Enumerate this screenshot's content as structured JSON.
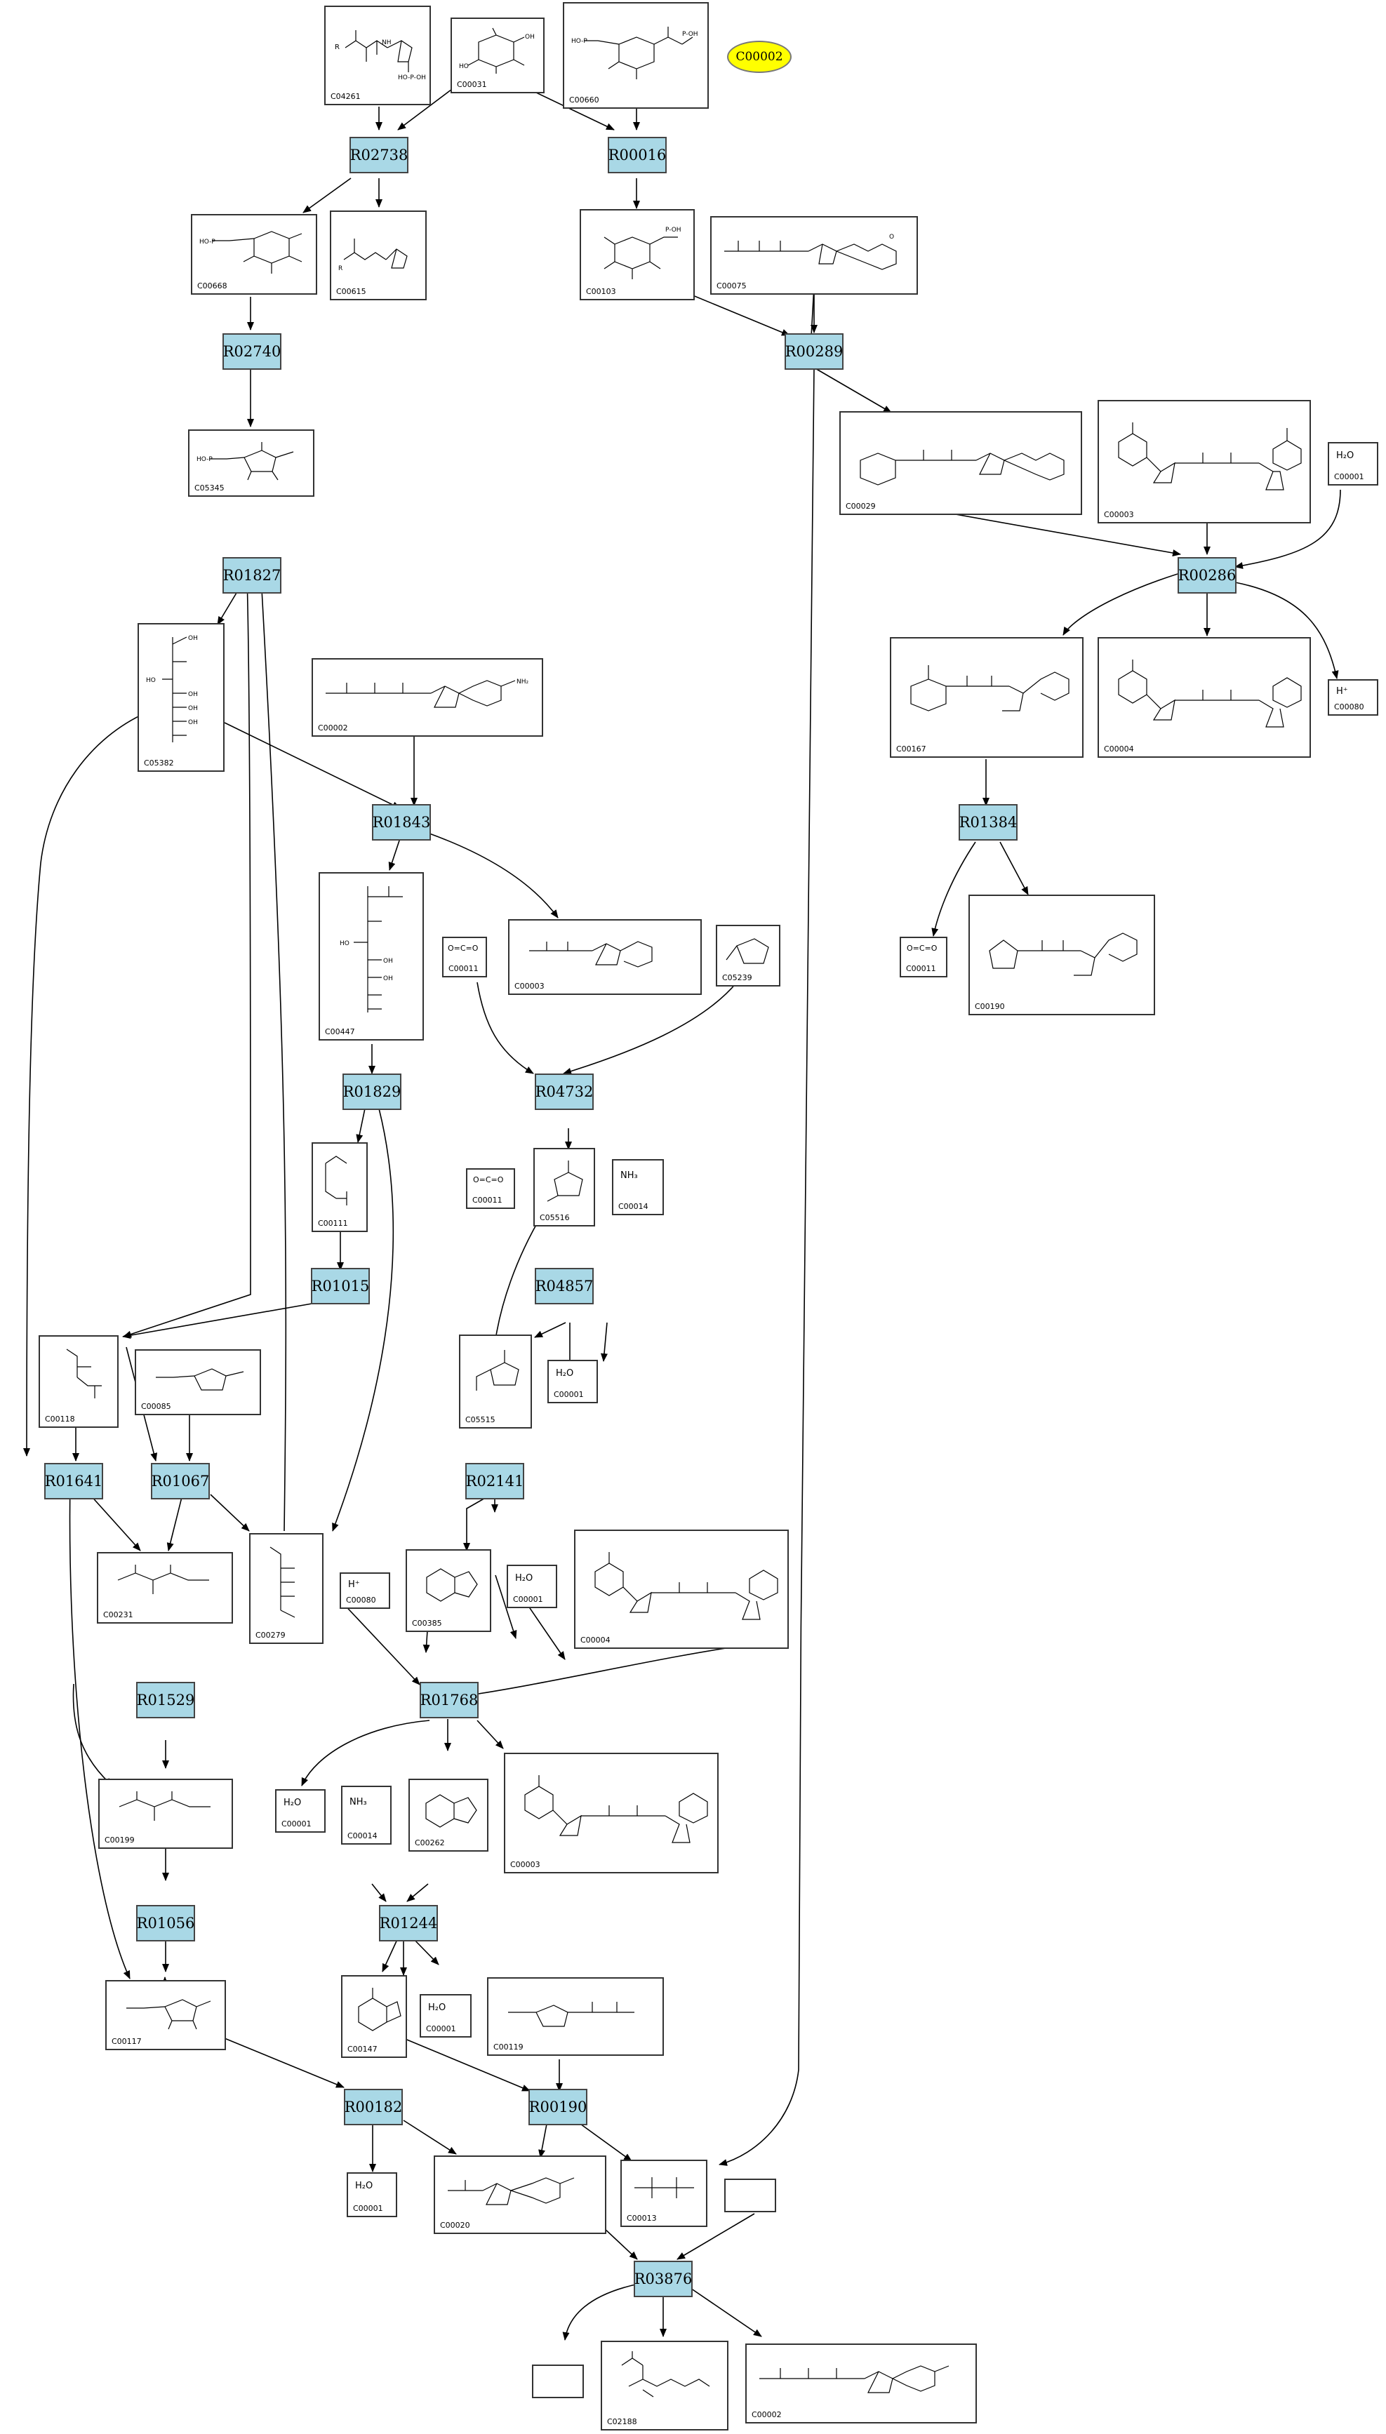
{
  "legend_tag": "C00002",
  "reactions": [
    {
      "key": "R02738",
      "label": "R02738"
    },
    {
      "key": "R00016",
      "label": "R00016"
    },
    {
      "key": "R02740",
      "label": "R02740"
    },
    {
      "key": "R00289",
      "label": "R00289"
    },
    {
      "key": "R01827",
      "label": "R01827"
    },
    {
      "key": "R00286",
      "label": "R00286"
    },
    {
      "key": "R01843",
      "label": "R01843"
    },
    {
      "key": "R01384",
      "label": "R01384"
    },
    {
      "key": "R01829",
      "label": "R01829"
    },
    {
      "key": "R04732",
      "label": "R04732"
    },
    {
      "key": "R01015",
      "label": "R01015"
    },
    {
      "key": "R04857",
      "label": "R04857"
    },
    {
      "key": "R01641",
      "label": "R01641"
    },
    {
      "key": "R01067",
      "label": "R01067"
    },
    {
      "key": "R02141",
      "label": "R02141"
    },
    {
      "key": "R01529",
      "label": "R01529"
    },
    {
      "key": "R01768",
      "label": "R01768"
    },
    {
      "key": "R01056",
      "label": "R01056"
    },
    {
      "key": "R01244",
      "label": "R01244"
    },
    {
      "key": "R00182",
      "label": "R00182"
    },
    {
      "key": "R00190",
      "label": "R00190"
    },
    {
      "key": "R03876",
      "label": "R03876"
    }
  ],
  "compounds": [
    {
      "key": "c04261",
      "id": "C04261"
    },
    {
      "key": "c00031",
      "id": "C00031"
    },
    {
      "key": "c00660",
      "id": "C00660"
    },
    {
      "key": "c00668",
      "id": "C00668"
    },
    {
      "key": "c00615",
      "id": "C00615"
    },
    {
      "key": "c00103",
      "id": "C00103"
    },
    {
      "key": "c00075",
      "id": "C00075"
    },
    {
      "key": "c05345",
      "id": "C05345"
    },
    {
      "key": "c00029",
      "id": "C00029"
    },
    {
      "key": "c00003a",
      "id": "C00003"
    },
    {
      "key": "c00001a",
      "id": "C00001",
      "text": "H₂O"
    },
    {
      "key": "c05382",
      "id": "C05382"
    },
    {
      "key": "c00002a",
      "id": "C00002"
    },
    {
      "key": "c00167",
      "id": "C00167"
    },
    {
      "key": "c00004a",
      "id": "C00004"
    },
    {
      "key": "c00080a",
      "id": "C00080",
      "text": "H⁺"
    },
    {
      "key": "c00447",
      "id": "C00447"
    },
    {
      "key": "c00011a",
      "id": "C00011",
      "text": "O=C=O"
    },
    {
      "key": "c00003b",
      "id": "C00003"
    },
    {
      "key": "c05239",
      "id": "C05239"
    },
    {
      "key": "c00011b",
      "id": "C00011",
      "text": "O=C=O"
    },
    {
      "key": "c00190",
      "id": "C00190"
    },
    {
      "key": "c00111",
      "id": "C00111"
    },
    {
      "key": "c00011c",
      "id": "C00011",
      "text": "O=C=O"
    },
    {
      "key": "c05516",
      "id": "C05516"
    },
    {
      "key": "c00014a",
      "id": "C00014",
      "text": "NH₃"
    },
    {
      "key": "c00118",
      "id": "C00118"
    },
    {
      "key": "c00085",
      "id": "C00085"
    },
    {
      "key": "c05515",
      "id": "C05515"
    },
    {
      "key": "c00001b",
      "id": "C00001",
      "text": "H₂O"
    },
    {
      "key": "c00231",
      "id": "C00231"
    },
    {
      "key": "c00279",
      "id": "C00279"
    },
    {
      "key": "c00080b",
      "id": "C00080",
      "text": "H⁺"
    },
    {
      "key": "c00385",
      "id": "C00385"
    },
    {
      "key": "c00001c",
      "id": "C00001",
      "text": "H₂O"
    },
    {
      "key": "c00004b",
      "id": "C00004"
    },
    {
      "key": "c00199",
      "id": "C00199"
    },
    {
      "key": "c00001d",
      "id": "C00001",
      "text": "H₂O"
    },
    {
      "key": "c00014b",
      "id": "C00014",
      "text": "NH₃"
    },
    {
      "key": "c00262",
      "id": "C00262"
    },
    {
      "key": "c00003c",
      "id": "C00003"
    },
    {
      "key": "c00117",
      "id": "C00117"
    },
    {
      "key": "c00147",
      "id": "C00147"
    },
    {
      "key": "c00001e",
      "id": "C00001",
      "text": "H₂O"
    },
    {
      "key": "c00119",
      "id": "C00119"
    },
    {
      "key": "c00001f",
      "id": "C00001",
      "text": "H₂O"
    },
    {
      "key": "c00020",
      "id": "C00020"
    },
    {
      "key": "c00013",
      "id": "C00013"
    },
    {
      "key": "empty1",
      "id": ""
    },
    {
      "key": "empty2",
      "id": ""
    },
    {
      "key": "c02188",
      "id": "C02188"
    },
    {
      "key": "c00002b",
      "id": "C00002"
    }
  ]
}
